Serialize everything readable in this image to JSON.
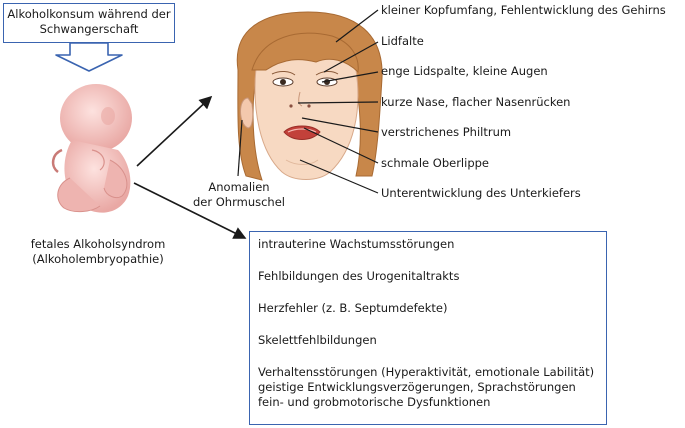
{
  "callout": {
    "line1": "Alkoholkonsum während der",
    "line2": "Schwangerschaft"
  },
  "embryo_label": {
    "line1": "fetales Alkoholsyndrom",
    "line2": "(Alkoholembryopathie)"
  },
  "ear_label": {
    "line1": "Anomalien",
    "line2": "der Ohrmuschel"
  },
  "face_labels": [
    "kleiner Kopfumfang, Fehlentwicklung des Gehirns",
    "Lidfalte",
    "enge Lidspalte, kleine Augen",
    "kurze Nase, flacher Nasenrücken",
    "verstrichenes Philtrum",
    "schmale Oberlippe",
    "Unterentwicklung des Unterkiefers"
  ],
  "box_items": [
    "intrauterine Wachstumsstörungen",
    "Fehlbildungen des Urogenitaltrakts",
    "Herzfehler (z. B. Septumdefekte)",
    "Skelettfehlbildungen",
    "Verhaltensstörungen (Hyperaktivität, emotionale Labilität)",
    "geistige Entwicklungsverzögerungen, Sprachstörungen",
    "fein- und grobmotorische Dysfunktionen"
  ],
  "colors": {
    "box_border": "#3a64b0",
    "hair": "#c8874a",
    "skin": "#f7d9c2",
    "embryo": "#f4c6c2"
  }
}
